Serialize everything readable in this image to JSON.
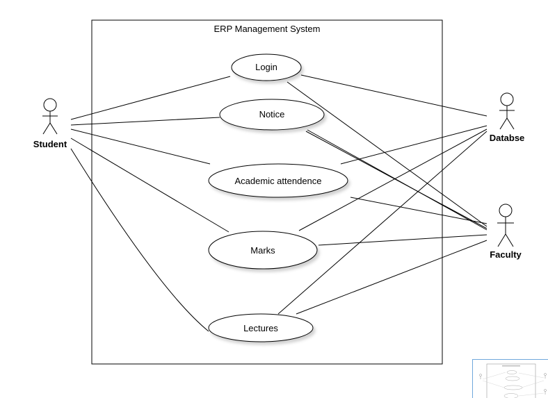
{
  "diagram": {
    "system_title": "ERP Management System",
    "use_cases": {
      "login": "Login",
      "notice": "Notice",
      "academic_attendence": "Academic attendence",
      "marks": "Marks",
      "lectures": "Lectures"
    },
    "actors": {
      "student": "Student",
      "database": "Databse",
      "faculty": "Faculty"
    }
  },
  "colors": {
    "stroke": "#000000",
    "shadow": "#d9d9d9",
    "minimap_border": "#6fa8dc"
  }
}
